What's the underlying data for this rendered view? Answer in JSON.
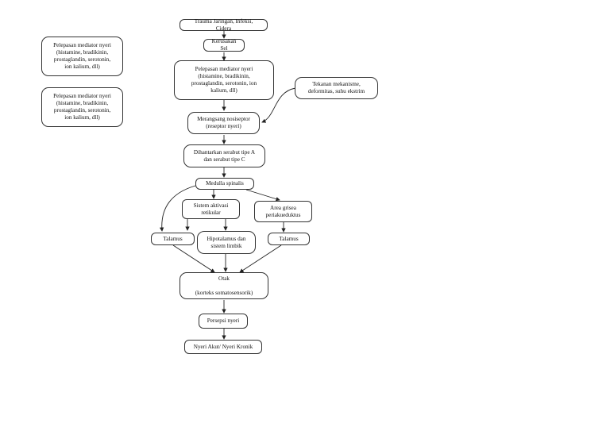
{
  "nodes": {
    "trauma": "Trauma Jaringan, Infeksi,\nCidera",
    "kerusakan": "Kerusakan\nSel",
    "pelepasan_main": "Pelepasan mediator nyeri\n(histamine, bradikinin,\nprostaglandin, serotonin, ion\nkalium, dll)",
    "pelepasan_side_1": "Pelepasan mediator nyeri\n(histamine, bradikinin,\nprostaglandin, serotonin,\nion kalium, dll)",
    "pelepasan_side_2": "Pelepasan mediator nyeri\n(histamine, bradikinin,\nprostaglandin, serotonin,\nion kalium, dll)",
    "tekanan": "Tekanan mekanisme,\ndeformitas, suhu ekstrim",
    "merangsang": "Merangsang nosiseptor\n(reseptor nyeri)",
    "dihantarkan": "Dihantarkan serabut tipe A\ndan serabut tipe C",
    "medulla": "Medulla spinalis",
    "sistem_aktivasi": "Sistem aktivasi\nretikular",
    "area_grisea": "Area grisea\nperiakueduktus",
    "talamus_left": "Talamus",
    "hipotalamus": "Hipotalamus dan\nsistem limbik",
    "talamus_right": "Talamus",
    "otak": "Otak\n\n(korteks somatosensorik)",
    "persepsi": "Persepsi nyeri",
    "nyeri": "Nyeri Akut/ Nyeri Kronik"
  }
}
